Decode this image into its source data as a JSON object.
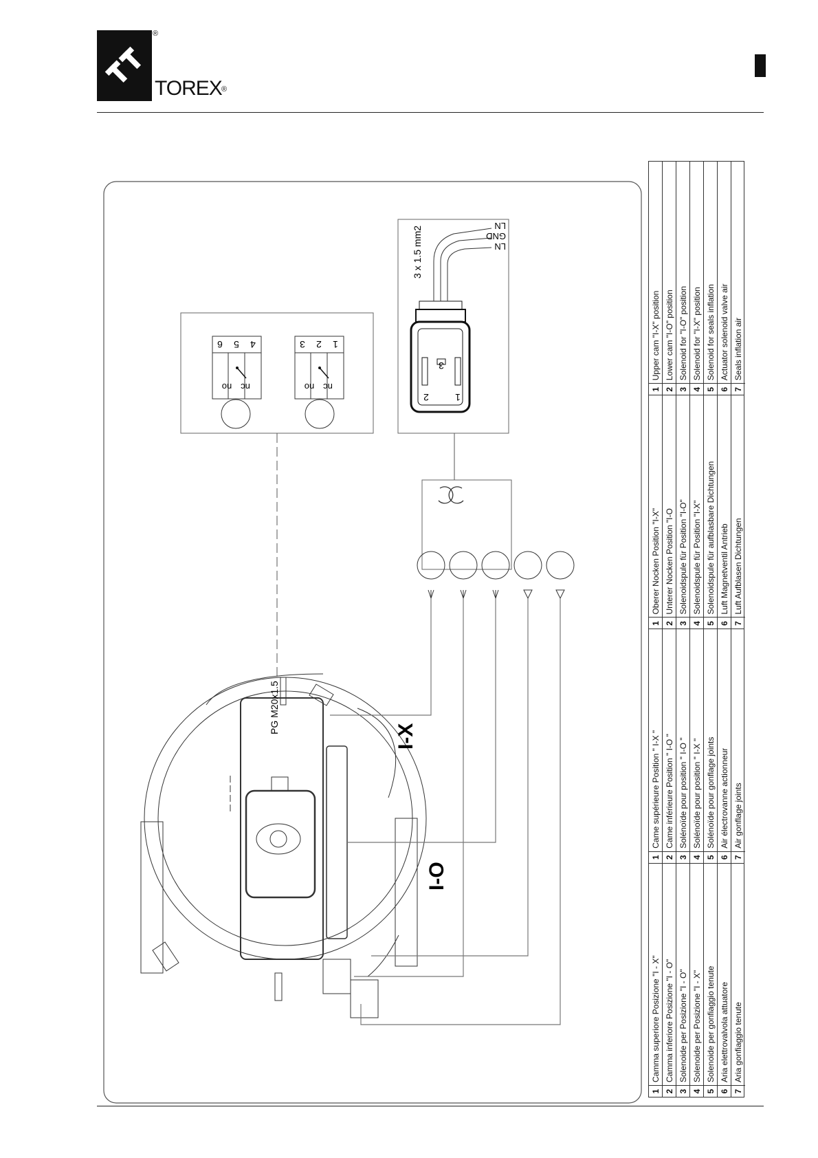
{
  "header": {
    "brand": "TOREX",
    "registered_mark": "®"
  },
  "diagram": {
    "pg_label": "PG M20x1.5",
    "label_ix": "I-X",
    "label_io": "I-O",
    "cable_label": "3 x 1.5 mm2",
    "wire_labels": [
      "LN",
      "GND",
      "LN"
    ],
    "switch_upper": {
      "terminals": [
        "6",
        "5",
        "4"
      ],
      "no": "no",
      "nc": "nc"
    },
    "switch_lower": {
      "terminals": [
        "3",
        "2",
        "1"
      ],
      "no": "no",
      "nc": "nc"
    },
    "connector_pins": [
      "2",
      "3",
      "1"
    ]
  },
  "legend": {
    "numbers": [
      "1",
      "2",
      "3",
      "4",
      "5",
      "6",
      "7"
    ],
    "english": [
      "Upper cam \"I-X\" position",
      "Lower cam \"I-O\" position",
      "Solenoid for \"I-O\" position",
      "Solenoid for \"I-X\" position",
      "Solenoid for seals inflation",
      "Actuator solenoid valve air",
      "Seals inflation air"
    ],
    "german": [
      "Oberer Nocken Position \"I-X\"",
      "Unterer Nocken Position \"I-O",
      "Solenoidspule für Position \"I-O\"",
      "Solenoidspule für Position \"I-X\"",
      "Solenoidspule für aufblasbare Dichtungen",
      "Luft Magnetventil Antrieb",
      "Luft Aufblasen Dichtungen"
    ],
    "french": [
      "Came supérieure Position \" I-X \"",
      "Came inférieure Position \" I-O \"",
      "Solénoïde pour position \" I-O \"",
      "Solénoïde pour position \" I-X \"",
      "Solénoïde pour gonflage joints",
      "Air électrovanne actionneur",
      "Air gonflage joints"
    ],
    "italian": [
      "Camma superiore Posizione \"I - X\"",
      "Camma inferiore Posizione \"I - O\"",
      "Solenoide per Posizione \"I - O\"",
      "Solenoide per Posizione \"I - X\"",
      "Solenoide per gonfiaggio tenute",
      "Aria elettrovalvola attuatore",
      "Aria gonfiaggio tenute"
    ]
  }
}
